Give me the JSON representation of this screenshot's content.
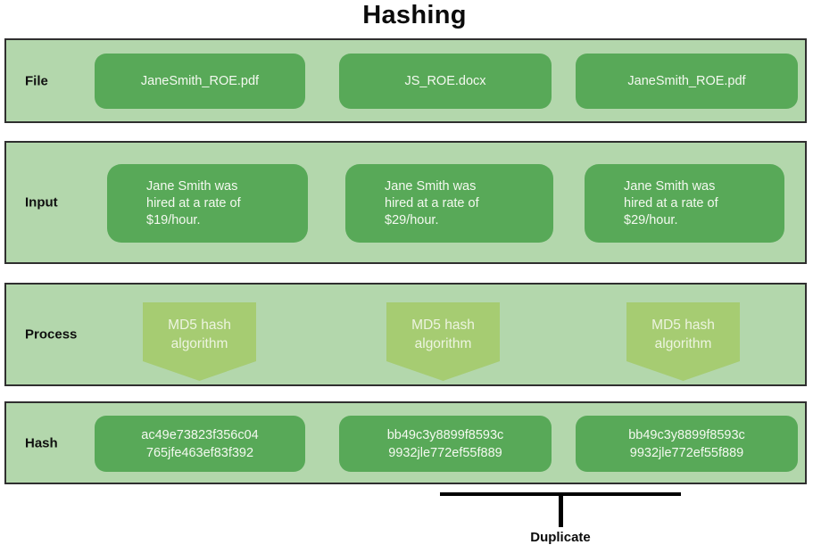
{
  "title": "Hashing",
  "colors": {
    "band_background": "#b3d7ac",
    "band_border": "#2f2f2f",
    "node_green": "#58a958",
    "arrow_green": "#a6cc72",
    "node_text": "#f4f9f0",
    "label_text": "#101010",
    "bracket": "#000000"
  },
  "bands": {
    "file": {
      "label": "File",
      "items": [
        "JaneSmith_ROE.pdf",
        "JS_ROE.docx",
        "JaneSmith_ROE.pdf"
      ]
    },
    "input": {
      "label": "Input",
      "items": [
        "Jane Smith was\nhired at a rate of\n$19/hour.",
        "Jane Smith was\nhired at a rate of\n$29/hour.",
        "Jane Smith was\nhired at a rate of\n$29/hour."
      ]
    },
    "process": {
      "label": "Process",
      "items": [
        "MD5 hash\nalgorithm",
        "MD5 hash\nalgorithm",
        "MD5 hash\nalgorithm"
      ]
    },
    "hash": {
      "label": "Hash",
      "items": [
        "ac49e73823f356c04\n765jfe463ef83f392",
        "bb49c3y8899f8593c\n9932jle772ef55f889",
        "bb49c3y8899f8593c\n9932jle772ef55f889"
      ]
    }
  },
  "annotation": {
    "label": "Duplicate"
  }
}
